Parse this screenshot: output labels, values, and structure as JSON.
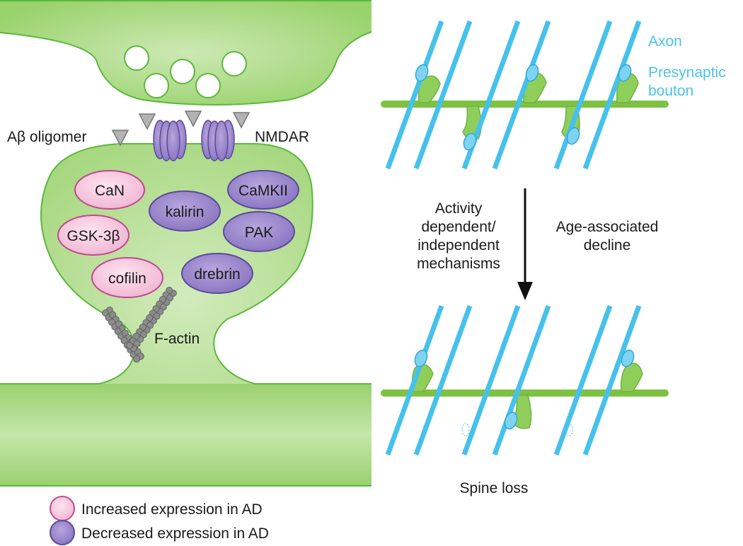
{
  "synapse": {
    "abeta_label": "Aβ oligomer",
    "nmdar_label": "NMDAR",
    "factin_label": "F-actin",
    "increased_molecules": [
      "CaN",
      "GSK-3β",
      "cofilin"
    ],
    "decreased_molecules": [
      "kalirin",
      "CaMKII",
      "PAK",
      "drebrin"
    ]
  },
  "legend": {
    "increased": "Increased expression in AD",
    "decreased": "Decreased expression in AD"
  },
  "dendrite_panel": {
    "axon_label": "Axon",
    "bouton_label_line1": "Presynaptic",
    "bouton_label_line2": "bouton",
    "left_label": [
      "Activity",
      "dependent/",
      "independent",
      "mechanisms"
    ],
    "right_label": [
      "Age-associated",
      "decline"
    ],
    "bottom_label": "Spine loss"
  },
  "colors": {
    "membrane_fill": "#a6d97f",
    "membrane_stroke": "#5cb83c",
    "dendrite": "#7dc242",
    "axon": "#46c1ec",
    "bouton": "#7fd3f2",
    "increased_fill": "#f5c7df",
    "increased_stroke": "#c04a8e",
    "decreased_fill": "#9a87c9",
    "decreased_stroke": "#6a52a6",
    "abeta": "#b3b3b3",
    "actin": "#8c8c8c"
  }
}
